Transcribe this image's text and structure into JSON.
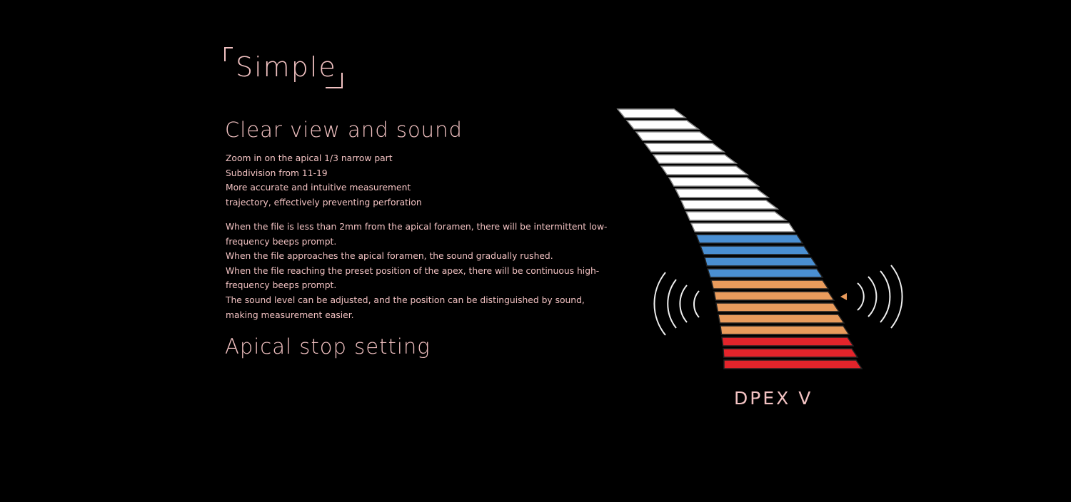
{
  "section_title": "Simple",
  "heading1": "Clear view and sound",
  "paragraph1": [
    "Zoom in on the apical 1/3 narrow part",
    "Subdivision from 11-19",
    "More accurate and intuitive measurement",
    "trajectory, effectively preventing perforation"
  ],
  "paragraph2": [
    "When the file is less than 2mm from the apical foramen, there will be intermittent low-",
    "frequency beeps prompt.",
    "When the file approaches the apical foramen, the sound gradually rushed.",
    "When the file reaching the preset position of the apex, there will be continuous high-",
    "frequency beeps prompt.",
    "The sound level can be adjusted, and the position can be distinguished by sound,",
    "making measurement easier."
  ],
  "heading2": "Apical stop setting",
  "product_name": "DPEX V",
  "scale": {
    "segments": [
      {
        "color": "#ffffff",
        "count": 11
      },
      {
        "color": "#4a8fd2",
        "count": 4
      },
      {
        "color": "#e99b5c",
        "count": 5
      },
      {
        "color": "#e3242b",
        "count": 3
      }
    ],
    "indicator_color": "#e99b5c"
  },
  "colors": {
    "text": "#f2c2c2",
    "background": "#000000"
  }
}
